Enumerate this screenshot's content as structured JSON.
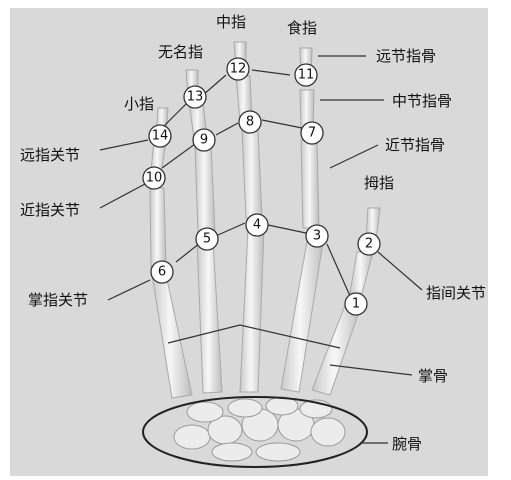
{
  "finger_names": {
    "middle": "中指",
    "index": "食指",
    "ring": "无名指",
    "little": "小指",
    "thumb": "拇指"
  },
  "bone_labels": {
    "distal_phalanx": "远节指骨",
    "middle_phalanx": "中节指骨",
    "proximal_phalanx": "近节指骨",
    "metacarpal": "掌骨",
    "carpal": "腕骨"
  },
  "joint_labels": {
    "dip": "远指关节",
    "pip": "近指关节",
    "mcp": "掌指关节",
    "ip": "指间关节"
  },
  "joint_numbers": [
    "1",
    "2",
    "3",
    "4",
    "5",
    "6",
    "7",
    "8",
    "9",
    "10",
    "11",
    "12",
    "13",
    "14"
  ],
  "colors": {
    "background": "#ffffff",
    "panel": "#dcdcdc",
    "bone": "#f2f2f2",
    "bone_shadow": "#b8b8b8",
    "line": "#333333"
  }
}
